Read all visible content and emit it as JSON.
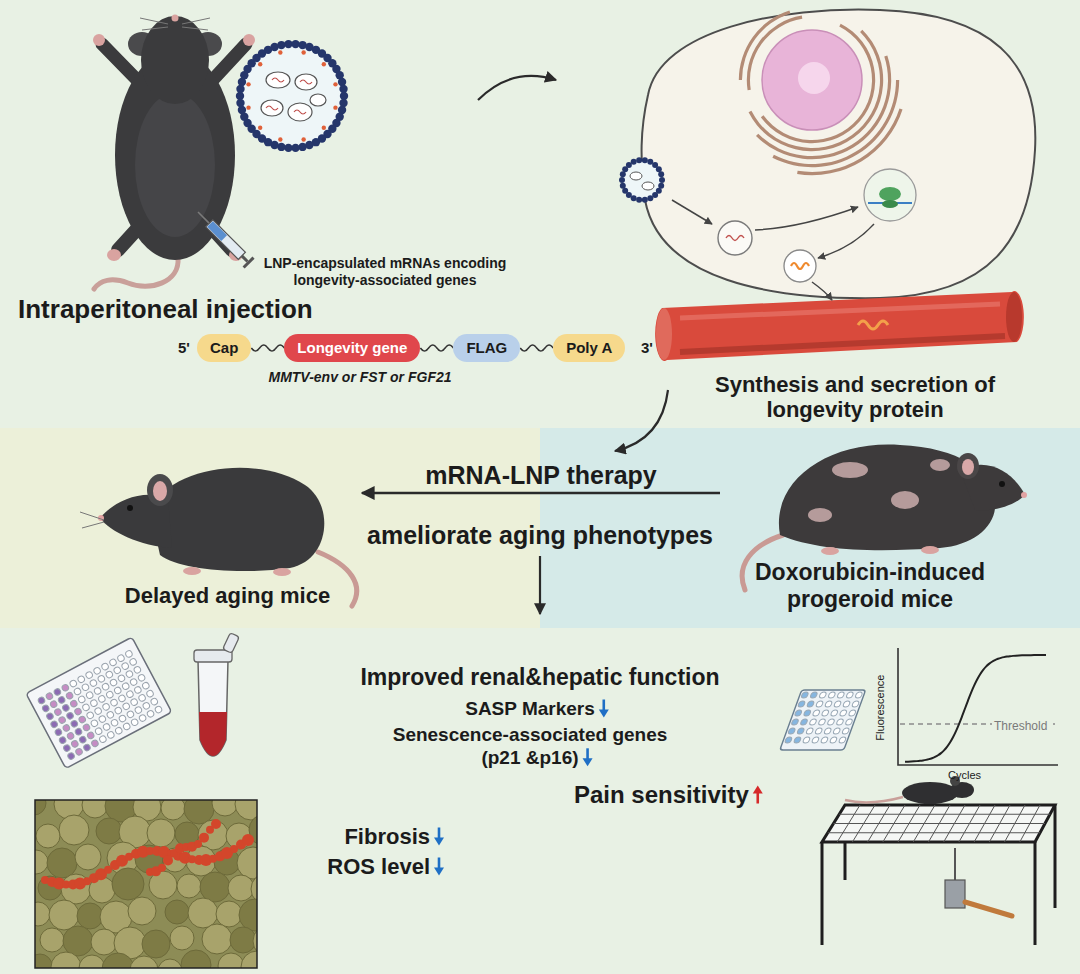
{
  "diagram": {
    "nodes": [
      {
        "text": [
          "Cap"
        ]
      },
      {
        "text": [
          "Longevity gene"
        ]
      },
      {
        "text": [
          "FLAG"
        ]
      },
      {
        "text": [
          "Poly A"
        ]
      },
      {
        "text": [
          "Synthesis and secretion of longevity protein"
        ]
      },
      {
        "text": [
          "Delayed aging mice"
        ]
      },
      {
        "text": [
          "Doxorubicin-induced progeroid mice"
        ]
      }
    ],
    "edges": [
      {
        "from": 0,
        "to": 1,
        "arrow": "none"
      },
      {
        "from": 1,
        "to": 2,
        "arrow": "none"
      },
      {
        "from": 2,
        "to": 3,
        "arrow": "none"
      },
      {
        "from": 6,
        "to": 5,
        "label": "mRNA-LNP therapy",
        "arrow": "to"
      }
    ],
    "labels": [
      "LNP-encapsulated mRNAs encoding longevity-associated genes",
      "Intraperitoneal injection",
      "5'",
      "3'",
      "MMTV-env or FST or FGF21",
      "ameliorate aging phenotypes",
      "Improved renal&hepatic function",
      "SASP Markers",
      "Senescence-associated genes (p21 &p16)",
      "Fibrosis",
      "ROS level",
      "Pain sensitivity",
      "Threshold",
      "Fluorescence",
      "Cycles"
    ]
  }
}
